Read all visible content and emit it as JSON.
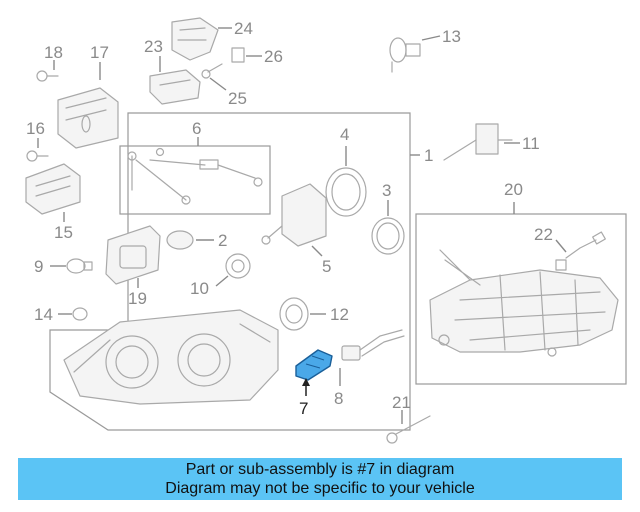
{
  "diagram": {
    "callouts": {
      "p1": "1",
      "p2": "2",
      "p3": "3",
      "p4": "4",
      "p5": "5",
      "p6": "6",
      "p7": "7",
      "p8": "8",
      "p9": "9",
      "p10": "10",
      "p11": "11",
      "p12": "12",
      "p13": "13",
      "p14": "14",
      "p15": "15",
      "p16": "16",
      "p17": "17",
      "p18": "18",
      "p19": "19",
      "p20": "20",
      "p21": "21",
      "p22": "22",
      "p23": "23",
      "p24": "24",
      "p25": "25",
      "p26": "26"
    },
    "highlight_color": "#4aa8e8",
    "line_color": "#a9a9a9"
  },
  "banner": {
    "line1": "Part or sub-assembly is #7 in diagram",
    "line2": "Diagram may not be specific to your vehicle",
    "background": "#5bc4f5"
  }
}
